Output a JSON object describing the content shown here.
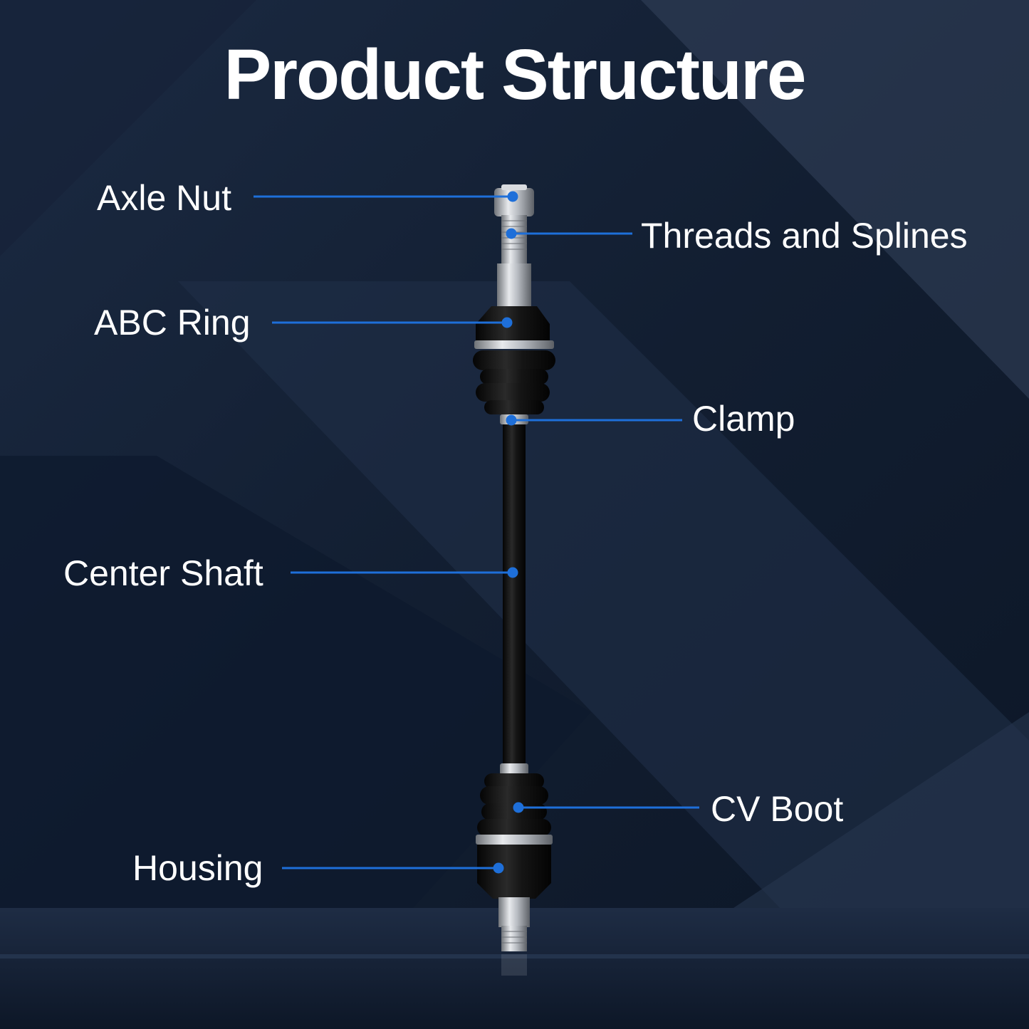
{
  "title": "Product Structure",
  "accent_color": "#1e6fd9",
  "labels": {
    "axle_nut": "Axle Nut",
    "threads_and_splines": "Threads and Splines",
    "abc_ring": "ABC Ring",
    "clamp": "Clamp",
    "center_shaft": "Center Shaft",
    "cv_boot": "CV Boot",
    "housing": "Housing"
  }
}
